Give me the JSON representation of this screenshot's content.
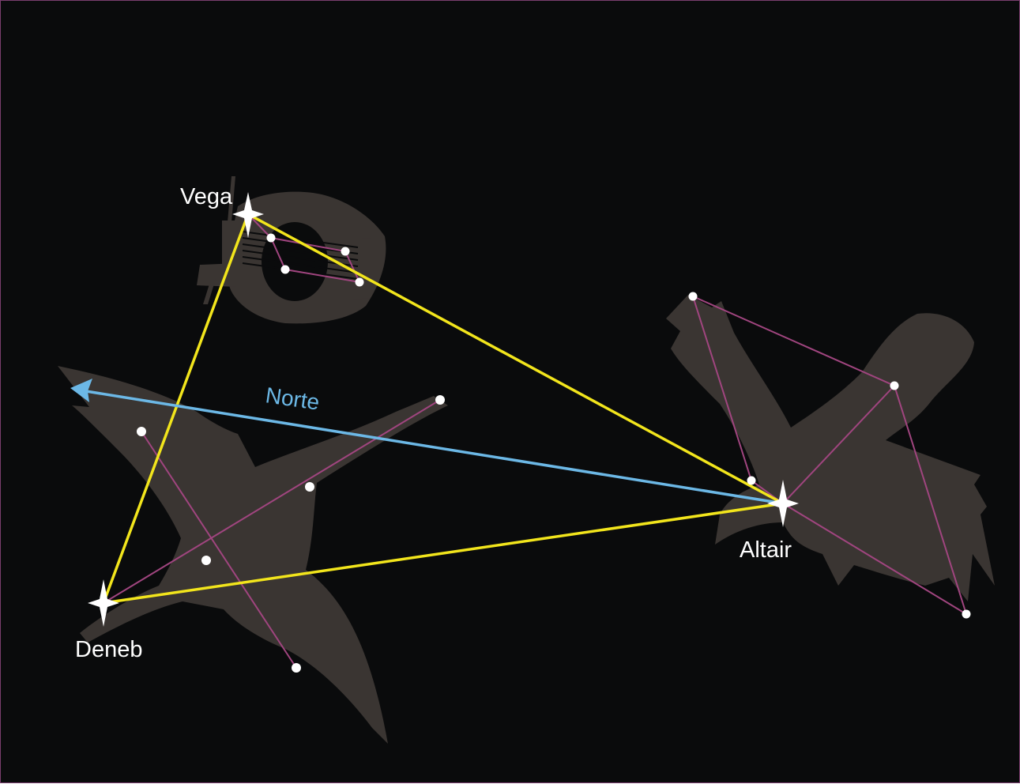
{
  "diagram": {
    "stars": {
      "vega": "Vega",
      "deneb": "Deneb",
      "altair": "Altair"
    },
    "direction_label": "Norte"
  },
  "colors": {
    "background": "#0a0b0c",
    "silhouette": "#3a3532",
    "triangle": "#f2e51c",
    "direction_arrow": "#6cb8e6",
    "constellation_lines": "#a0457f",
    "stars": "#ffffff"
  },
  "icons": [
    "lyre-silhouette",
    "swan-silhouette",
    "eagle-silhouette",
    "bright-star-icon",
    "star-dot-icon",
    "north-arrow-icon"
  ]
}
